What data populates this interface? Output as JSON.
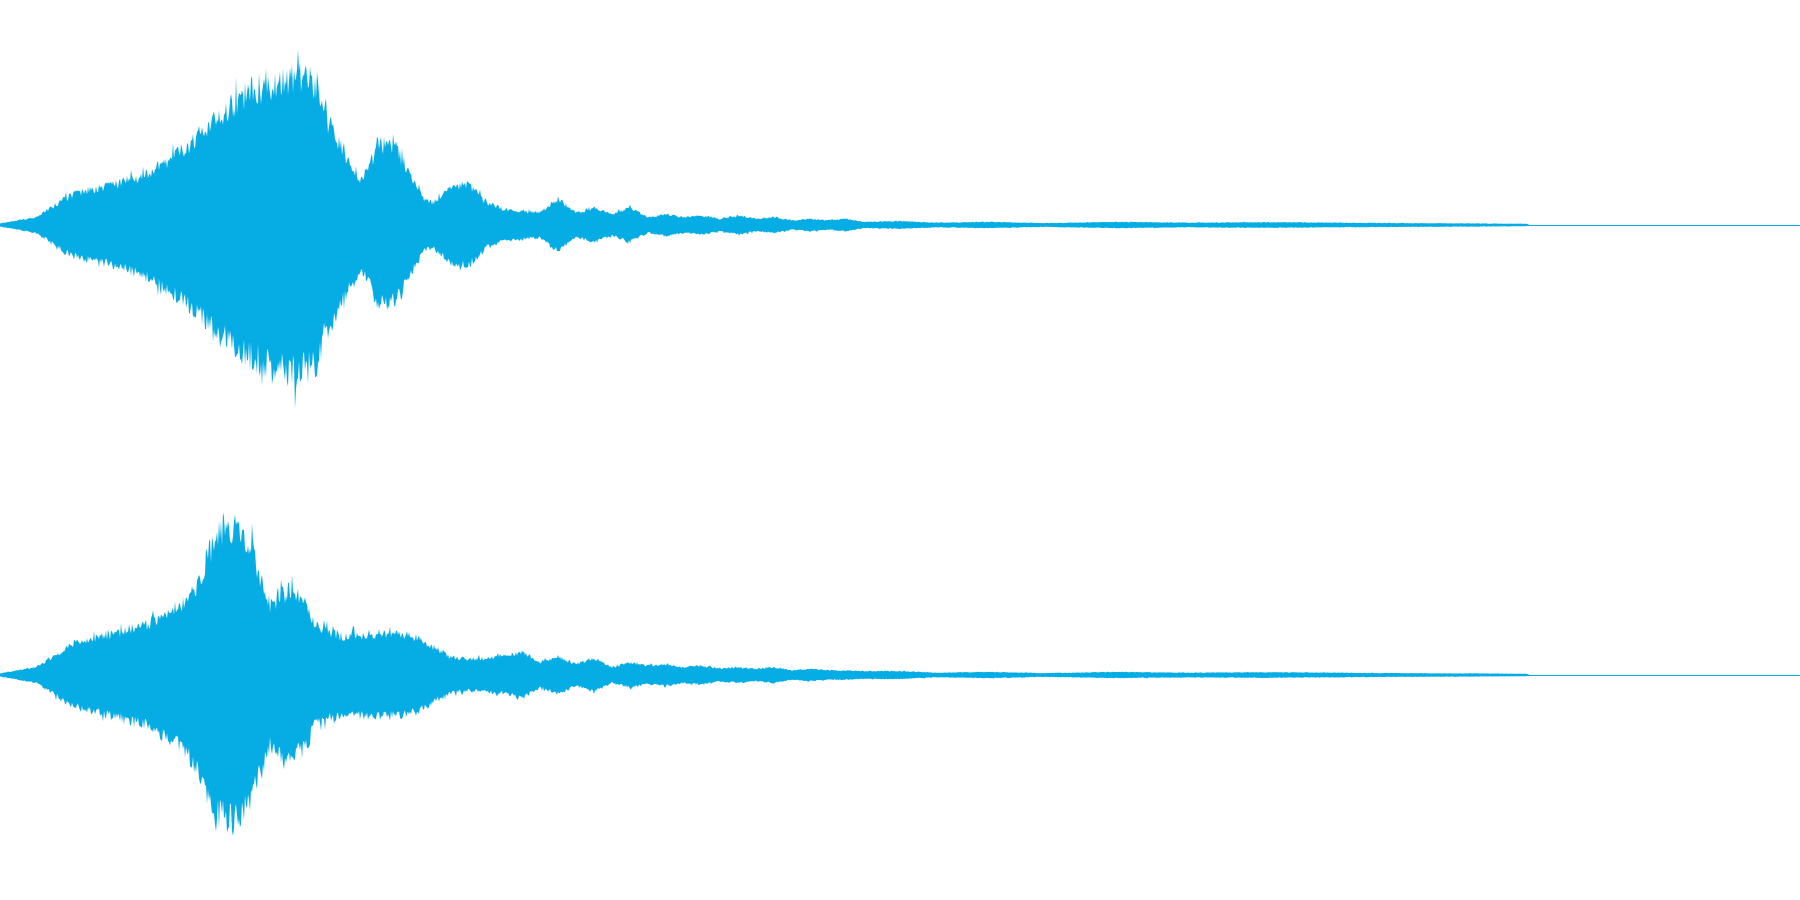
{
  "chart_data": {
    "type": "area",
    "colors": {
      "waveform": "#06ace4",
      "background": "#ffffff"
    },
    "x_domain": [
      0,
      1
    ],
    "amplitude_range": [
      -1,
      1
    ],
    "grid": false,
    "legend": "none",
    "series": [
      {
        "channel": 1,
        "envelope_x": [
          0,
          0.02,
          0.04,
          0.06,
          0.08,
          0.1,
          0.12,
          0.14,
          0.16,
          0.175,
          0.18,
          0.19,
          0.2,
          0.205,
          0.21,
          0.22,
          0.235,
          0.24,
          0.25,
          0.26,
          0.27,
          0.28,
          0.29,
          0.3,
          0.31,
          0.32,
          0.33,
          0.34,
          0.35,
          0.36,
          0.37,
          0.38,
          0.39,
          0.4,
          0.41,
          0.42,
          0.43,
          0.44,
          0.45,
          0.46,
          0.47,
          0.48,
          0.5,
          0.52,
          0.55,
          0.58,
          0.62,
          0.66,
          0.7,
          0.74,
          0.78,
          0.82,
          0.848,
          0.85,
          1.0
        ],
        "envelope_peak": [
          0.01,
          0.05,
          0.2,
          0.25,
          0.33,
          0.47,
          0.7,
          0.87,
          0.97,
          0.93,
          0.72,
          0.5,
          0.3,
          0.37,
          0.52,
          0.5,
          0.17,
          0.14,
          0.24,
          0.27,
          0.15,
          0.1,
          0.09,
          0.08,
          0.17,
          0.08,
          0.11,
          0.07,
          0.11,
          0.05,
          0.07,
          0.05,
          0.06,
          0.04,
          0.06,
          0.04,
          0.05,
          0.03,
          0.04,
          0.03,
          0.04,
          0.02,
          0.025,
          0.015,
          0.02,
          0.012,
          0.02,
          0.015,
          0.018,
          0.015,
          0.012,
          0.01,
          0.008,
          0,
          0
        ]
      },
      {
        "channel": 2,
        "envelope_x": [
          0,
          0.02,
          0.04,
          0.06,
          0.08,
          0.1,
          0.11,
          0.12,
          0.13,
          0.14,
          0.15,
          0.16,
          0.17,
          0.175,
          0.19,
          0.21,
          0.23,
          0.25,
          0.26,
          0.27,
          0.28,
          0.29,
          0.3,
          0.31,
          0.32,
          0.33,
          0.34,
          0.35,
          0.36,
          0.37,
          0.38,
          0.39,
          0.4,
          0.41,
          0.42,
          0.43,
          0.44,
          0.45,
          0.46,
          0.47,
          0.48,
          0.5,
          0.52,
          0.55,
          0.58,
          0.62,
          0.66,
          0.7,
          0.74,
          0.78,
          0.82,
          0.848,
          0.85,
          1.0
        ],
        "envelope_peak": [
          0.01,
          0.05,
          0.2,
          0.26,
          0.32,
          0.45,
          0.6,
          0.92,
          0.94,
          0.8,
          0.45,
          0.55,
          0.47,
          0.32,
          0.25,
          0.27,
          0.25,
          0.12,
          0.1,
          0.11,
          0.12,
          0.15,
          0.08,
          0.12,
          0.07,
          0.11,
          0.05,
          0.08,
          0.06,
          0.07,
          0.05,
          0.06,
          0.04,
          0.05,
          0.04,
          0.05,
          0.03,
          0.04,
          0.03,
          0.03,
          0.025,
          0.025,
          0.015,
          0.02,
          0.012,
          0.02,
          0.015,
          0.018,
          0.015,
          0.012,
          0.01,
          0.008,
          0,
          0
        ]
      }
    ]
  }
}
